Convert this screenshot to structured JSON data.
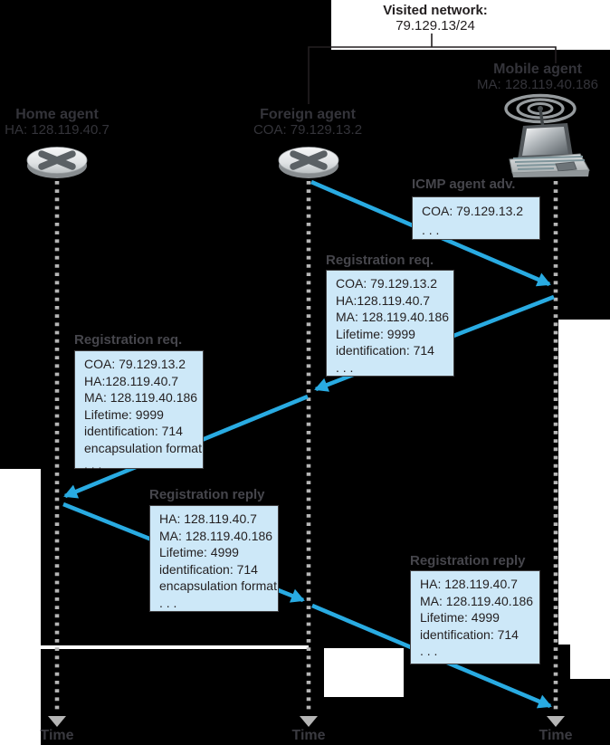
{
  "figure": {
    "type": "mobile-ip-registration-sequence-diagram",
    "visited_network": {
      "line1": "Visited network:",
      "line2": "79.129.13/24"
    },
    "agents": {
      "home": {
        "name": "Home agent",
        "address": "HA: 128.119.40.7",
        "icon": "router-icon"
      },
      "foreign": {
        "name": "Foreign agent",
        "address": "COA: 79.129.13.2",
        "icon": "router-icon"
      },
      "mobile": {
        "name": "Mobile agent",
        "address": "MA: 128.119.40.186",
        "icon": "laptop-wifi-icon"
      }
    },
    "messages": [
      {
        "label": "ICMP agent adv.",
        "from": "foreign",
        "to": "mobile",
        "lines": [
          "COA: 79.129.13.2",
          ". . ."
        ]
      },
      {
        "label": "Registration req.",
        "from": "mobile",
        "to": "foreign",
        "lines": [
          "COA: 79.129.13.2",
          "HA:128.119.40.7",
          "MA: 128.119.40.186",
          "Lifetime: 9999",
          "identification: 714",
          ". . ."
        ]
      },
      {
        "label": "Registration req.",
        "from": "foreign",
        "to": "home",
        "lines": [
          "COA: 79.129.13.2",
          "HA:128.119.40.7",
          "MA: 128.119.40.186",
          "Lifetime: 9999",
          "identification: 714",
          "encapsulation format",
          ". . ."
        ]
      },
      {
        "label": "Registration reply",
        "from": "home",
        "to": "foreign",
        "lines": [
          "HA: 128.119.40.7",
          "MA: 128.119.40.186",
          "Lifetime: 4999",
          "identification: 714",
          "encapsulation format",
          ". . ."
        ]
      },
      {
        "label": "Registration reply",
        "from": "foreign",
        "to": "mobile",
        "lines": [
          "HA: 128.119.40.7",
          "MA: 128.119.40.186",
          "Lifetime: 4999",
          "identification: 714",
          ". . ."
        ]
      }
    ],
    "timeline_label": "Time",
    "colors": {
      "background": "#000000",
      "backdrop_white": "#ffffff",
      "arrow_blue": "#29abe2",
      "message_box_fill": "#cde8f8",
      "message_box_border": "#414042",
      "ink_on_white": "#231f20",
      "ink_on_black": "#34343a",
      "timeline_dot_gray": "#b5b5b5"
    }
  }
}
